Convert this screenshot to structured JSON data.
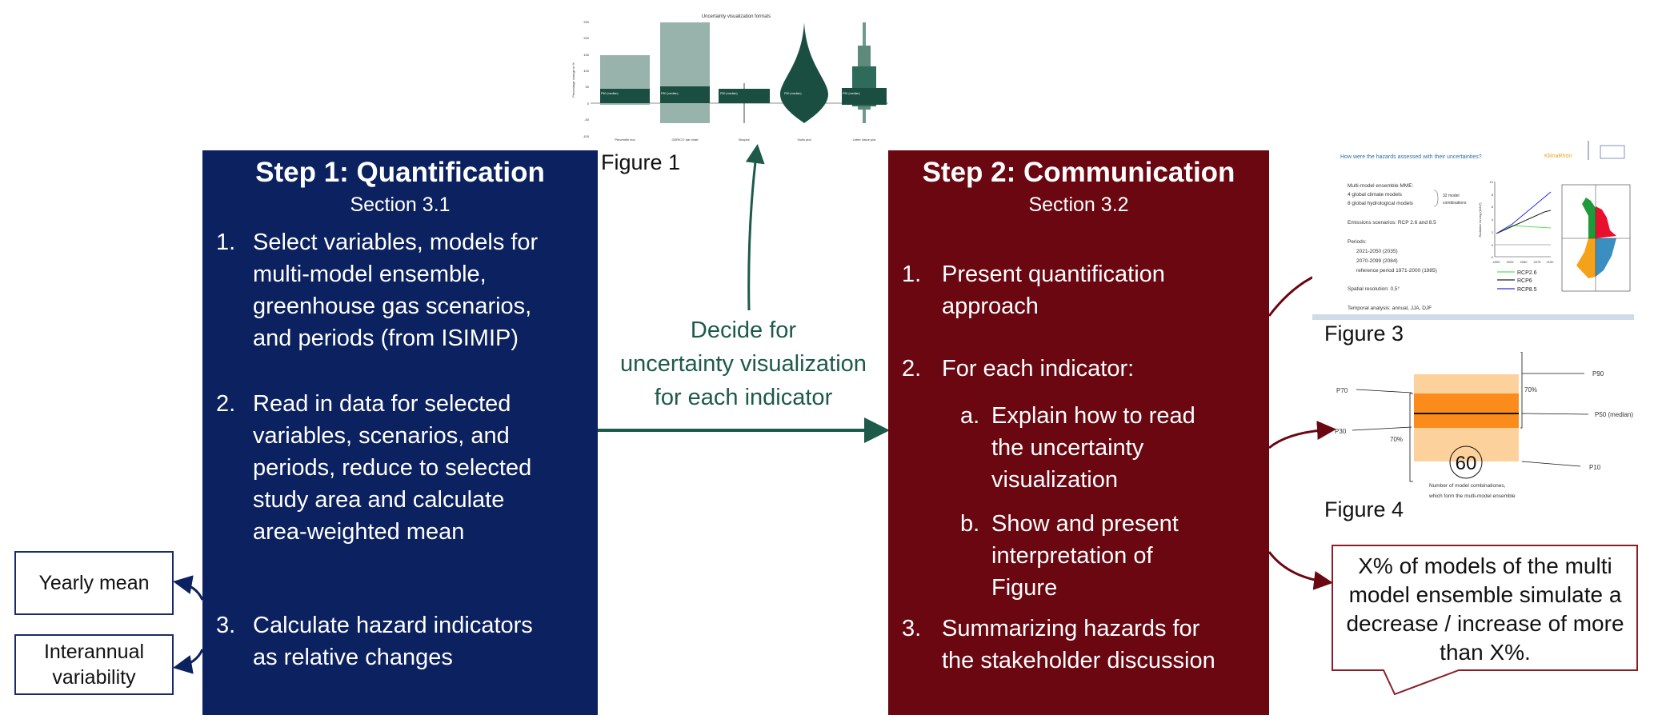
{
  "step1": {
    "title": "Step 1: Quantification",
    "section": "Section 3.1",
    "items": [
      {
        "num": "1.",
        "lines": [
          "Select variables, models for",
          "multi-model ensemble,",
          "greenhouse gas scenarios,",
          "and periods (from ISIMIP)"
        ]
      },
      {
        "num": "2.",
        "lines": [
          "Read in data for selected",
          "variables, scenarios, and",
          "periods, reduce to selected",
          "study area and calculate",
          "area-weighted mean"
        ]
      },
      {
        "num": "3.",
        "lines": [
          "Calculate hazard indicators",
          "as relative changes"
        ]
      }
    ],
    "color": "#0c2160"
  },
  "side_boxes": [
    "Yearly mean",
    "Interannual variability"
  ],
  "decide": [
    "Decide for",
    "uncertainty visualization",
    "for each indicator"
  ],
  "step2": {
    "title": "Step 2: Communication",
    "section": "Section 3.2",
    "items": [
      {
        "num": "1.",
        "lines": [
          "Present quantification",
          "approach"
        ]
      },
      {
        "num": "2.",
        "lines": [
          "For each indicator:"
        ]
      },
      {
        "num": "a.",
        "lines": [
          "Explain how to read",
          "the uncertainty",
          "visualization"
        ]
      },
      {
        "num": "b.",
        "lines": [
          "Show and present",
          "interpretation of",
          "Figure"
        ]
      },
      {
        "num": "3.",
        "lines": [
          "Summarizing hazards for",
          "the stakeholder discussion"
        ]
      }
    ],
    "color": "#6a0711"
  },
  "callout": [
    "X% of models of the multi",
    "model ensemble simulate a",
    "decrease / increase of more",
    "than X%."
  ],
  "figure1": {
    "label": "Figure 1",
    "title": "Uncertainty visualization formats",
    "ylabel": "Percentage change in %",
    "yticks": [
      "250",
      "200",
      "150",
      "100",
      "50",
      "0",
      "-50",
      "-100"
    ],
    "panels": [
      "Percentile box",
      "GERICS' bar chart",
      "Boxplot",
      "Violin plot",
      "Letter Value plot"
    ],
    "median_label": "P50 (median)"
  },
  "figure3": {
    "label": "Figure 3",
    "slide_title": "How were the hazards assessed with their uncertainties?",
    "logo": "KlimaRhön",
    "bullets": [
      "Multi-model ensemble MME:",
      "4 global climate models",
      "8 global hydrological models",
      "Emissions scenarios: RCP 2.6 and 8.5",
      "Periods:",
      "2021-2050 (2035)",
      "2070-2099 (2084)",
      "reference period 1971-2000 (1985)",
      "Spatial resolution: 0,5°",
      "Temporal analysis: annual, JJA, DJF"
    ],
    "brace_note": [
      "32 model",
      "combinations"
    ],
    "chart": {
      "ylabel": "Radiative forcing (W/m²)",
      "xticks": [
        "2000",
        "2025",
        "2050",
        "2075",
        "2100"
      ],
      "yticks": [
        "10",
        "8",
        "6",
        "4",
        "2",
        "0",
        "-2"
      ],
      "legend": [
        {
          "name": "RCP2.6",
          "color": "#5be05b"
        },
        {
          "name": "RCP6",
          "color": "#222222"
        },
        {
          "name": "RCP8.5",
          "color": "#2a2ae0"
        }
      ]
    },
    "map_colors": [
      "#1f9a3a",
      "#e8102e",
      "#f5a21b",
      "#3a8fc0"
    ]
  },
  "figure4": {
    "label": "Figure 4",
    "labels": {
      "p90": "P90",
      "p70": "P70",
      "p50": "P50 (median)",
      "p30": "P30",
      "p10": "P10",
      "pct_right": "70%",
      "pct_left": "70%"
    },
    "count": "60",
    "note": [
      "Number of model combinationes,",
      "which form the multi-model ensemble"
    ],
    "colors": {
      "outer": "#fdd19b",
      "inner": "#fb8c1c"
    }
  }
}
